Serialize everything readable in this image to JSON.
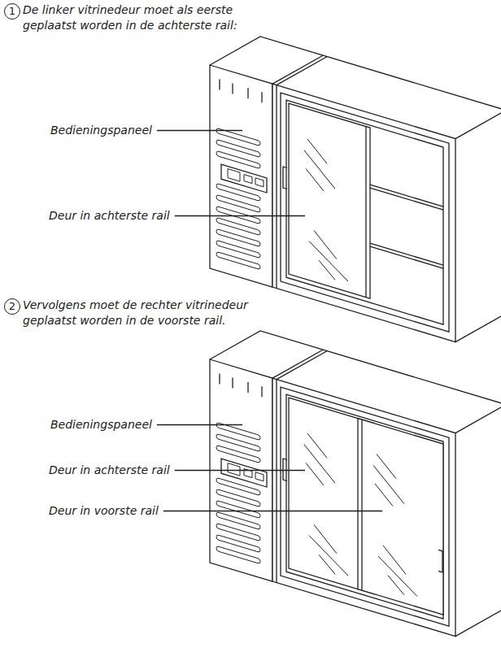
{
  "diagram": {
    "labels": [
      "1",
      "De linker vitrinedeur moet als eerste geplaatst worden in de achterste rail:",
      "Bedieningspaneel",
      "Deur in achterste rail",
      "2",
      "Vervolgens moet de rechter vitrinedeur geplaatst worden in de voorste rail.",
      "Bedieningspaneel",
      "Deur in achterste rail",
      "Deur in voorste rail"
    ]
  }
}
